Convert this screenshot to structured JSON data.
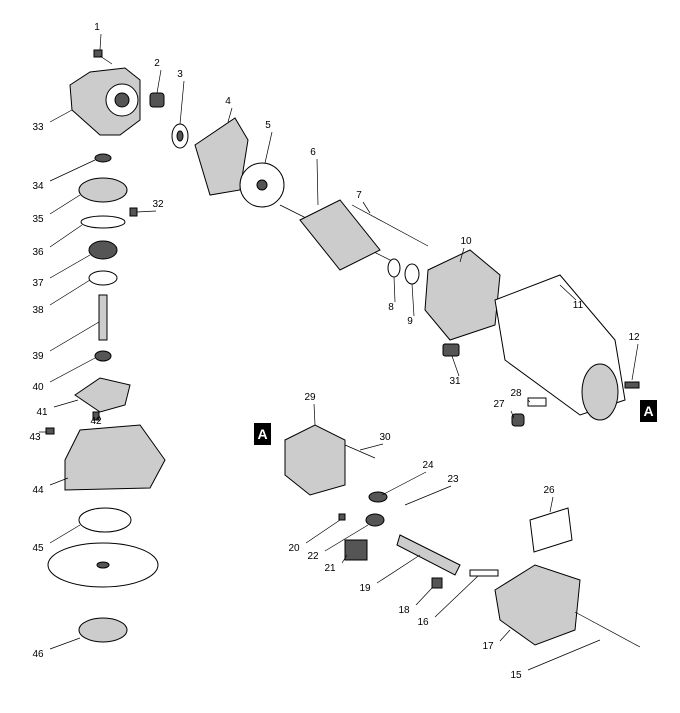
{
  "diagram": {
    "part_numbers": [
      "1",
      "2",
      "3",
      "4",
      "5",
      "6",
      "7",
      "8",
      "9",
      "10",
      "11",
      "12",
      "15",
      "16",
      "17",
      "18",
      "19",
      "20",
      "21",
      "22",
      "23",
      "24",
      "26",
      "27",
      "28",
      "29",
      "30",
      "31",
      "32",
      "33",
      "34",
      "35",
      "36",
      "37",
      "38",
      "39",
      "40",
      "41",
      "42",
      "43",
      "44",
      "45",
      "46"
    ],
    "section_markers": [
      "A",
      "A"
    ]
  }
}
